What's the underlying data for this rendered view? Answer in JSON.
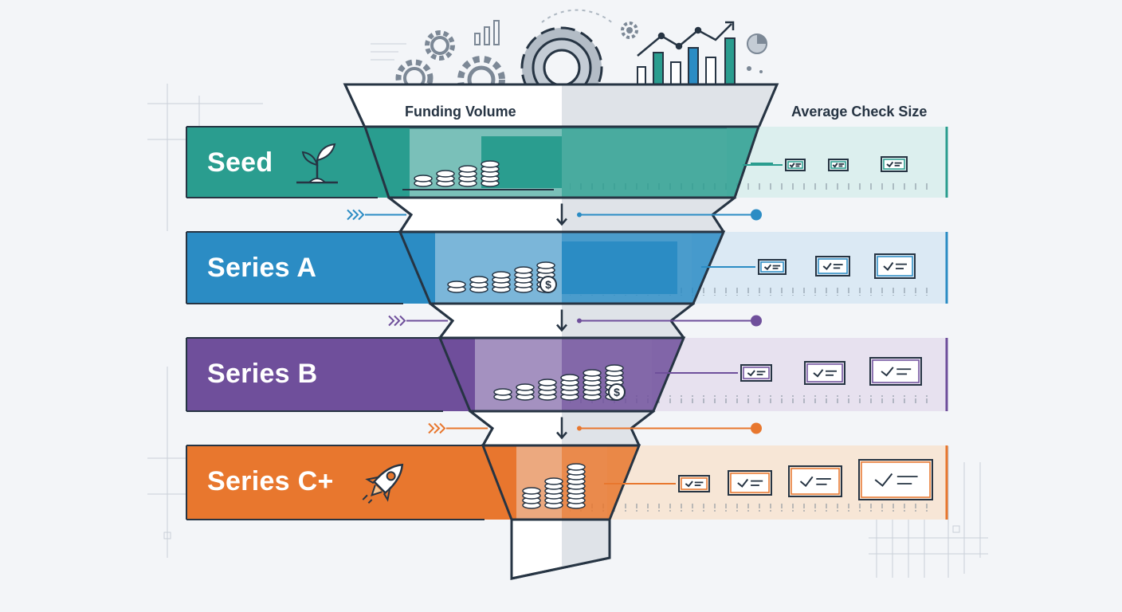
{
  "headers": {
    "funding_volume": "Funding Volume",
    "average_check_size": "Average Check Size"
  },
  "stages": [
    {
      "name": "Seed",
      "color": "#2a9d8f",
      "light": "#dcefee",
      "icon": "sprout-icon"
    },
    {
      "name": "Series A",
      "color": "#2b8cc4",
      "light": "#dbe9f4",
      "icon": ""
    },
    {
      "name": "Series B",
      "color": "#6f4f9b",
      "light": "#e7e1ef",
      "icon": ""
    },
    {
      "name": "Series C+",
      "color": "#e8772e",
      "light": "#f7e6d6",
      "icon": "rocket-icon"
    }
  ],
  "colors": {
    "outline": "#263443",
    "funnel_white": "#ffffff",
    "funnel_shadow": "#dfe3e8",
    "gear": "#8d99a6",
    "chart_bar": "#2b8cc4"
  },
  "icons": [
    "gear-icon",
    "bar-chart-icon",
    "line-chart-icon",
    "pie-chart-icon",
    "coin-stack-icon",
    "dollar-icon",
    "check-icon",
    "arrow-down-icon",
    "chevron-right-icon"
  ]
}
